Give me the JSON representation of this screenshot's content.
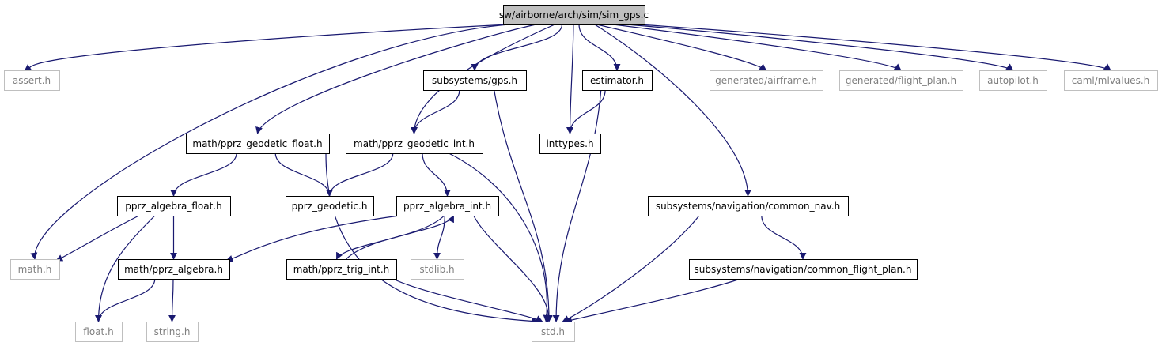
{
  "diagram": {
    "nodes": [
      {
        "id": "sim_gps",
        "label": "sw/airborne/arch/sim/sim_gps.c",
        "kind": "root"
      },
      {
        "id": "assert",
        "label": "assert.h",
        "kind": "external"
      },
      {
        "id": "math",
        "label": "math.h",
        "kind": "external"
      },
      {
        "id": "geodetic_float",
        "label": "math/pprz_geodetic_float.h",
        "kind": "internal"
      },
      {
        "id": "gps",
        "label": "subsystems/gps.h",
        "kind": "internal"
      },
      {
        "id": "geodetic_int",
        "label": "math/pprz_geodetic_int.h",
        "kind": "internal"
      },
      {
        "id": "inttypes",
        "label": "inttypes.h",
        "kind": "internal"
      },
      {
        "id": "estimator",
        "label": "estimator.h",
        "kind": "internal"
      },
      {
        "id": "airframe",
        "label": "generated/airframe.h",
        "kind": "external"
      },
      {
        "id": "flight_plan",
        "label": "generated/flight_plan.h",
        "kind": "external"
      },
      {
        "id": "autopilot",
        "label": "autopilot.h",
        "kind": "external"
      },
      {
        "id": "mlvalues",
        "label": "caml/mlvalues.h",
        "kind": "external"
      },
      {
        "id": "algebra_float",
        "label": "pprz_algebra_float.h",
        "kind": "internal"
      },
      {
        "id": "geodetic",
        "label": "pprz_geodetic.h",
        "kind": "internal"
      },
      {
        "id": "algebra_int",
        "label": "pprz_algebra_int.h",
        "kind": "internal"
      },
      {
        "id": "common_nav",
        "label": "subsystems/navigation/common_nav.h",
        "kind": "internal"
      },
      {
        "id": "algebra",
        "label": "math/pprz_algebra.h",
        "kind": "internal"
      },
      {
        "id": "trig_int",
        "label": "math/pprz_trig_int.h",
        "kind": "internal"
      },
      {
        "id": "stdlib",
        "label": "stdlib.h",
        "kind": "external"
      },
      {
        "id": "common_flight_plan",
        "label": "subsystems/navigation/common_flight_plan.h",
        "kind": "internal"
      },
      {
        "id": "float",
        "label": "float.h",
        "kind": "external"
      },
      {
        "id": "string",
        "label": "string.h",
        "kind": "external"
      },
      {
        "id": "std",
        "label": "std.h",
        "kind": "external"
      }
    ],
    "edges": [
      {
        "from": "sim_gps",
        "to": "assert"
      },
      {
        "from": "sim_gps",
        "to": "math"
      },
      {
        "from": "sim_gps",
        "to": "geodetic_float"
      },
      {
        "from": "sim_gps",
        "to": "gps"
      },
      {
        "from": "sim_gps",
        "to": "geodetic_int"
      },
      {
        "from": "sim_gps",
        "to": "inttypes"
      },
      {
        "from": "sim_gps",
        "to": "estimator"
      },
      {
        "from": "sim_gps",
        "to": "airframe"
      },
      {
        "from": "sim_gps",
        "to": "flight_plan"
      },
      {
        "from": "sim_gps",
        "to": "autopilot"
      },
      {
        "from": "sim_gps",
        "to": "mlvalues"
      },
      {
        "from": "sim_gps",
        "to": "common_nav"
      },
      {
        "from": "gps",
        "to": "geodetic_int"
      },
      {
        "from": "gps",
        "to": "std"
      },
      {
        "from": "estimator",
        "to": "inttypes"
      },
      {
        "from": "estimator",
        "to": "std"
      },
      {
        "from": "geodetic_float",
        "to": "algebra_float"
      },
      {
        "from": "geodetic_float",
        "to": "geodetic"
      },
      {
        "from": "geodetic_float",
        "to": "std"
      },
      {
        "from": "geodetic_int",
        "to": "geodetic"
      },
      {
        "from": "geodetic_int",
        "to": "algebra_int"
      },
      {
        "from": "geodetic_int",
        "to": "std"
      },
      {
        "from": "algebra_float",
        "to": "math"
      },
      {
        "from": "algebra_float",
        "to": "algebra"
      },
      {
        "from": "algebra_float",
        "to": "float"
      },
      {
        "from": "algebra_int",
        "to": "algebra"
      },
      {
        "from": "algebra_int",
        "to": "trig_int"
      },
      {
        "from": "algebra_int",
        "to": "stdlib"
      },
      {
        "from": "algebra_int",
        "to": "std"
      },
      {
        "from": "trig_int",
        "to": "algebra_int"
      },
      {
        "from": "trig_int",
        "to": "std"
      },
      {
        "from": "algebra",
        "to": "float"
      },
      {
        "from": "algebra",
        "to": "string"
      },
      {
        "from": "common_nav",
        "to": "common_flight_plan"
      },
      {
        "from": "common_nav",
        "to": "std"
      },
      {
        "from": "common_flight_plan",
        "to": "std"
      }
    ],
    "colors": {
      "edge": "#191970",
      "root_fill": "#bfbfbf",
      "root_stroke": "#000000",
      "internal_stroke": "#000000",
      "external_stroke": "#bfbfbf",
      "external_text": "#7f7f7f",
      "text": "#000000"
    }
  }
}
